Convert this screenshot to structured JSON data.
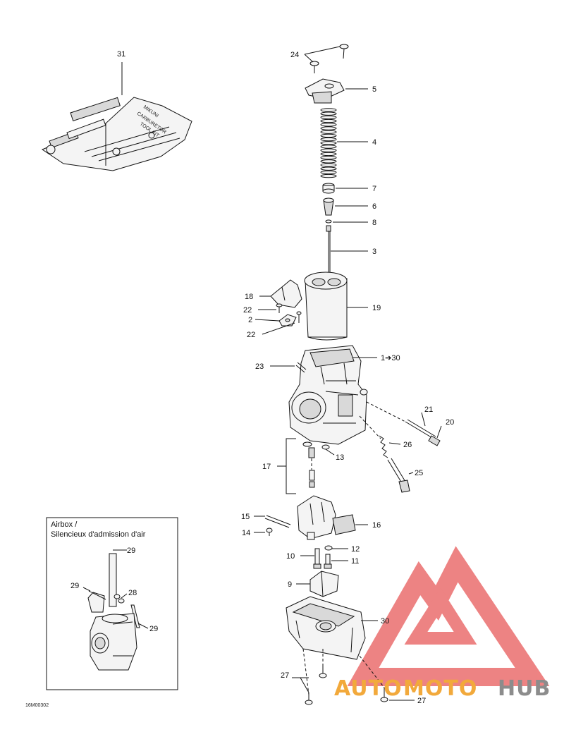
{
  "callouts": [
    {
      "id": "c31",
      "text": "31"
    },
    {
      "id": "c24",
      "text": "24"
    },
    {
      "id": "c5",
      "text": "5"
    },
    {
      "id": "c4",
      "text": "4"
    },
    {
      "id": "c7",
      "text": "7"
    },
    {
      "id": "c6",
      "text": "6"
    },
    {
      "id": "c8",
      "text": "8"
    },
    {
      "id": "c3",
      "text": "3"
    },
    {
      "id": "c18",
      "text": "18"
    },
    {
      "id": "c22a",
      "text": "22"
    },
    {
      "id": "c2",
      "text": "2"
    },
    {
      "id": "c22b",
      "text": "22"
    },
    {
      "id": "c19",
      "text": "19"
    },
    {
      "id": "c1-30",
      "text": "1➔30"
    },
    {
      "id": "c23",
      "text": "23"
    },
    {
      "id": "c21",
      "text": "21"
    },
    {
      "id": "c20",
      "text": "20"
    },
    {
      "id": "c26",
      "text": "26"
    },
    {
      "id": "c25",
      "text": "25"
    },
    {
      "id": "c17",
      "text": "17"
    },
    {
      "id": "c13",
      "text": "13"
    },
    {
      "id": "c15",
      "text": "15"
    },
    {
      "id": "c16",
      "text": "16"
    },
    {
      "id": "c14",
      "text": "14"
    },
    {
      "id": "c12",
      "text": "12"
    },
    {
      "id": "c10",
      "text": "10"
    },
    {
      "id": "c11",
      "text": "11"
    },
    {
      "id": "c9",
      "text": "9"
    },
    {
      "id": "c30",
      "text": "30"
    },
    {
      "id": "c27a",
      "text": "27"
    },
    {
      "id": "c27b",
      "text": "27"
    }
  ],
  "inset": {
    "title_line1": "Airbox /",
    "title_line2": "Silencieux d'admission d'air",
    "callouts": [
      "29",
      "29",
      "28",
      "29"
    ]
  },
  "tool_kit_text": [
    "MIKUNI",
    "CARBURETOR",
    "TOOL KIT"
  ],
  "figure_code": "16M00302",
  "watermark": {
    "part1": "AUTO",
    "part2": "MOTO",
    "part3": "HUB",
    "color_primary": "#f2a93b",
    "color_secondary": "#8c8c8c",
    "logo_color": "#e85a5a"
  }
}
